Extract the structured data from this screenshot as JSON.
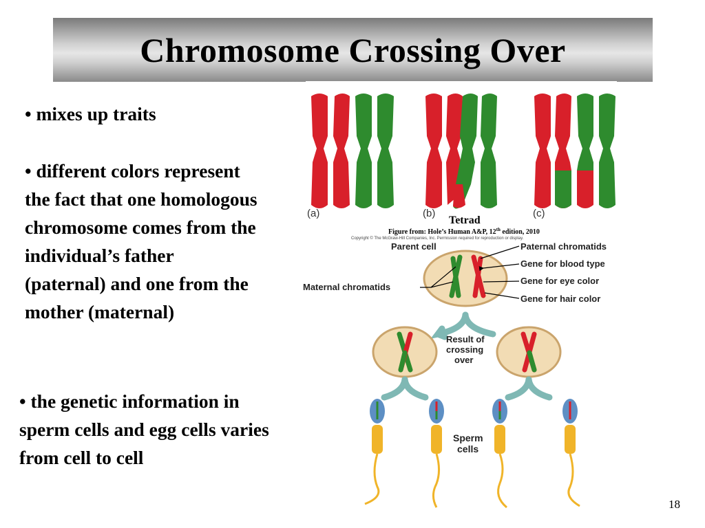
{
  "slide": {
    "title": "Chromosome Crossing Over",
    "page_number": "18"
  },
  "bullets": [
    "• mixes up traits",
    "• different colors represent the fact that one homologous chromosome comes from the individual’s father (paternal) and one from the mother (maternal)",
    "• the genetic information in sperm cells and egg cells varies from cell to cell"
  ],
  "figure": {
    "panel_labels": [
      "(a)",
      "(b)",
      "(c)"
    ],
    "tetrad_label": "Tetrad",
    "citation_prefix": "Figure from: Hole’s Human A&P, 12",
    "citation_sup": "th",
    "citation_suffix": " edition, 2010",
    "copyright": "Copyright © The McGraw-Hill Companies, Inc. Permission required for reproduction or display.",
    "parent_cell": "Parent cell",
    "paternal_chromatids": "Paternal chromatids",
    "gene_blood": "Gene for blood type",
    "gene_eye": "Gene for eye color",
    "gene_hair": "Gene for hair color",
    "maternal_chromatids": "Maternal chromatids",
    "result_line1": "Result of",
    "result_line2": "crossing",
    "result_line3": "over",
    "sperm_line1": "Sperm",
    "sperm_line2": "cells"
  },
  "colors": {
    "paternal_red": "#d8202a",
    "maternal_green": "#2e8b2e",
    "cell_fill": "#f2dcb4",
    "arrow_teal": "#7fb8b4",
    "sperm_head": "#5d8fc4",
    "tail_yellow": "#f0b429"
  }
}
